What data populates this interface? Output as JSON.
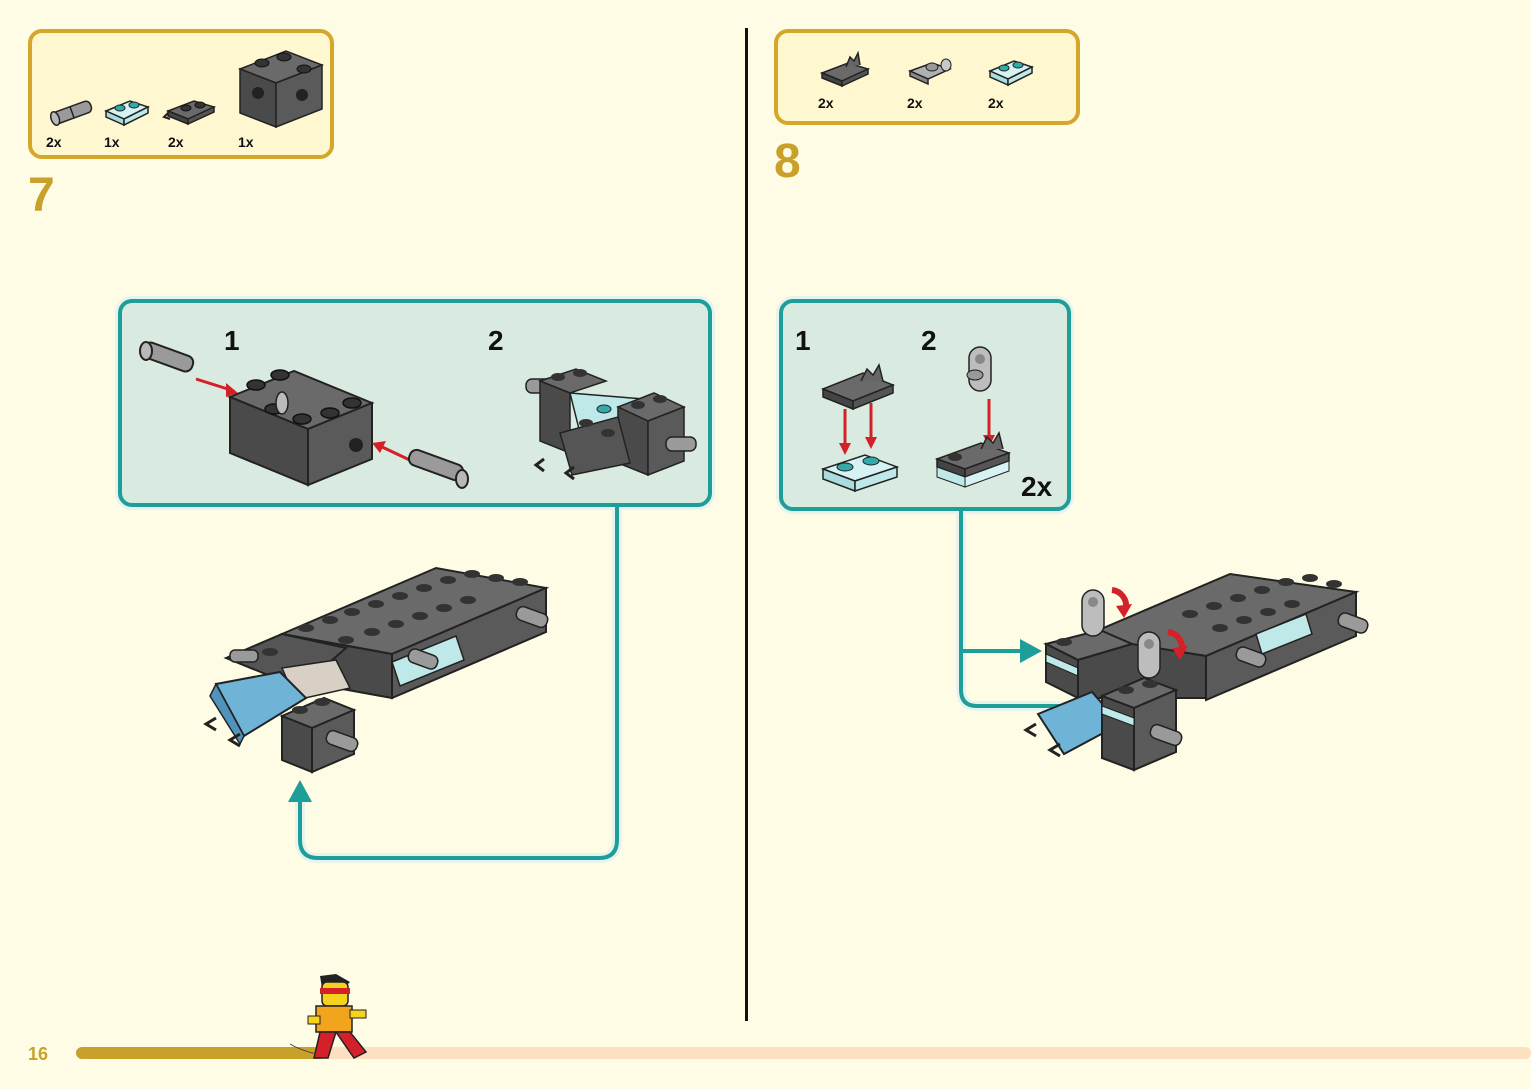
{
  "page_number": "16",
  "steps": [
    {
      "number": "7",
      "parts": [
        {
          "qty": "2x",
          "icon": "pin-icon"
        },
        {
          "qty": "1x",
          "icon": "trans-plate-icon"
        },
        {
          "qty": "2x",
          "icon": "clip-plate-icon"
        },
        {
          "qty": "1x",
          "icon": "technic-brick-icon"
        }
      ],
      "substeps": [
        "1",
        "2"
      ]
    },
    {
      "number": "8",
      "parts": [
        {
          "qty": "2x",
          "icon": "clip-plate-icon"
        },
        {
          "qty": "2x",
          "icon": "bar-holder-icon"
        },
        {
          "qty": "2x",
          "icon": "trans-plate-icon"
        }
      ],
      "substeps": [
        "1",
        "2"
      ],
      "multiplier": "2x"
    }
  ],
  "colors": {
    "background": "#fffce6",
    "step_number": "#c9a02a",
    "callout_border": "#1e9e98",
    "callout_fill": "#d9ebe0",
    "brick_dark": "#5a5a5a",
    "arrow_red": "#d42028",
    "trans_light_blue": "#bfe8e8",
    "windscreen_blue": "#6fb3d6"
  }
}
